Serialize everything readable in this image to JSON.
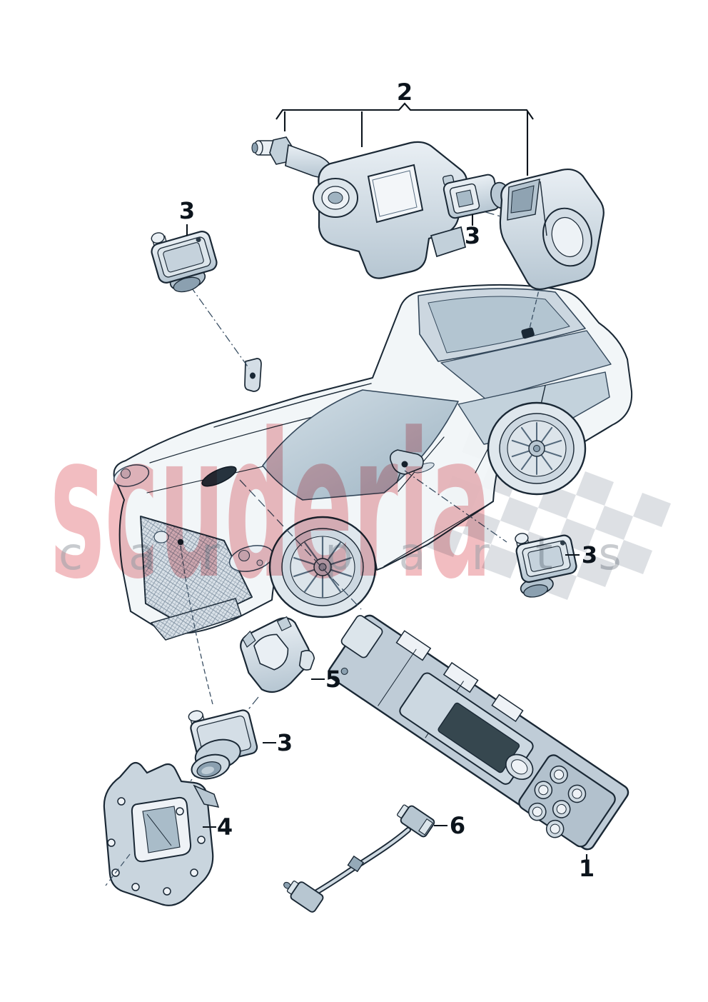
{
  "callouts": {
    "control_unit": "1",
    "camera_assembly": "2",
    "assembly_camera": "3",
    "windshield_camera": "3",
    "mirror_camera": "3",
    "front_camera": "3",
    "mounting_plate": "4",
    "camera_holder": "5",
    "cable": "6"
  },
  "watermark": {
    "brand": "scuderia",
    "tagline": "car parts"
  },
  "colors": {
    "outline": "#1a2835",
    "part_light": "#e9eff4",
    "part_mid": "#c2d0da",
    "part_shade": "#8ba0b0",
    "leader": "#3b5064",
    "checker": "#d9dde1",
    "watermark_brand": "#e8878e",
    "watermark_tagline": "#9aa1a8"
  }
}
